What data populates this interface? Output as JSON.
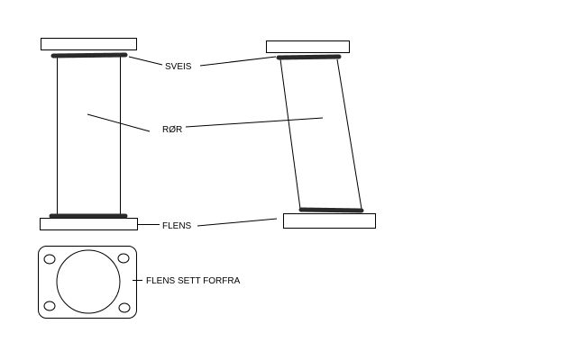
{
  "labels": {
    "weld": "SVEIS",
    "pipe": "RØR",
    "flange": "FLENS",
    "flange_front": "FLENS SETT FORFRA"
  }
}
